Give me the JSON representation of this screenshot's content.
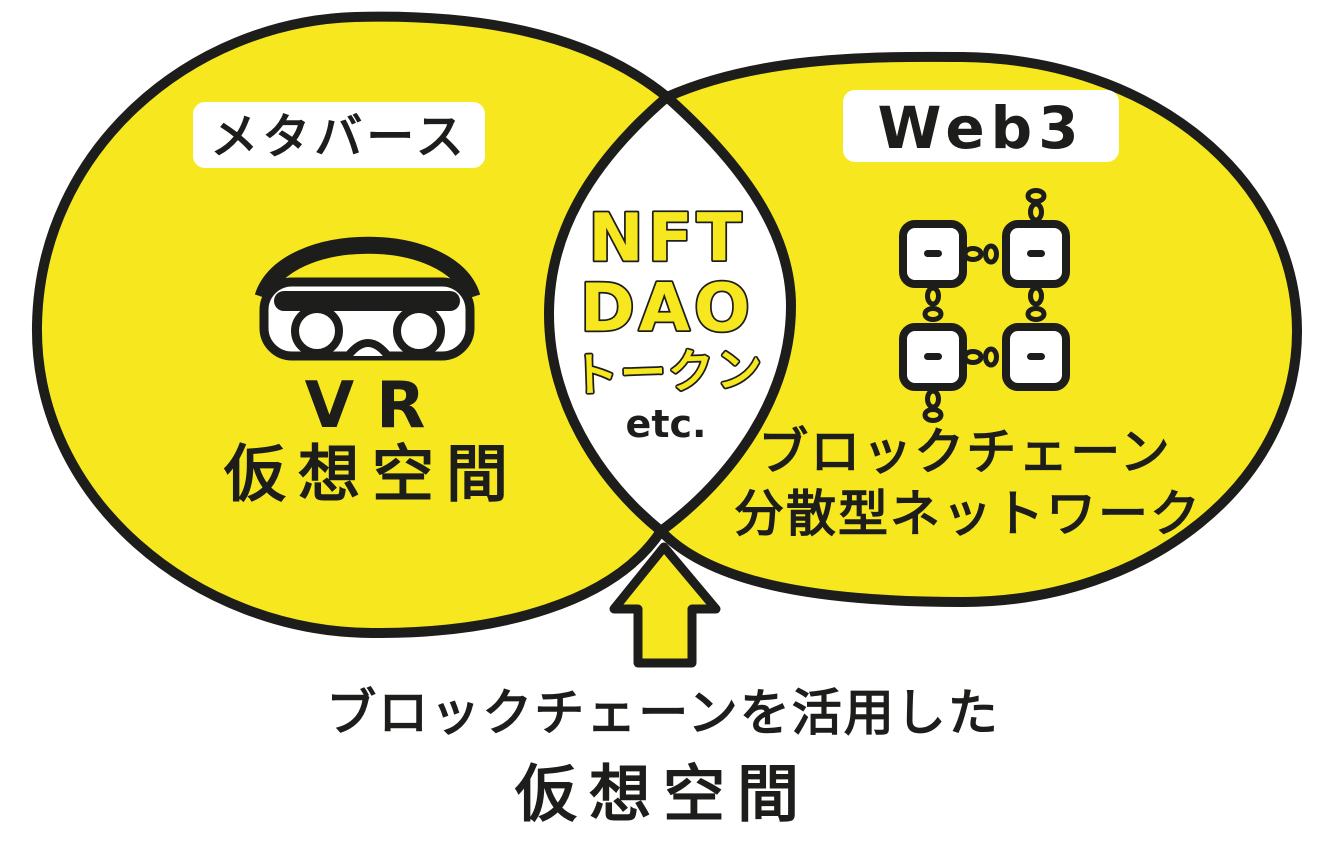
{
  "colors": {
    "yellow": "#f6e71e",
    "ink": "#1d1d1b",
    "paper": "#ffffff"
  },
  "left": {
    "label": "メタバース",
    "icon": "vr-headset-icon",
    "line1": "VR",
    "line2": "仮想空間"
  },
  "right": {
    "label": "Web3",
    "icon": "blockchain-icon",
    "line1": "ブロックチェーン",
    "line2": "分散型ネットワーク"
  },
  "overlap": {
    "line1": "NFT",
    "line2": "DAO",
    "line3": "トークン",
    "line4": "etc."
  },
  "arrow": {
    "icon": "up-arrow-icon"
  },
  "caption": {
    "line1": "ブロックチェーンを活用した",
    "line2": "仮想空間"
  }
}
